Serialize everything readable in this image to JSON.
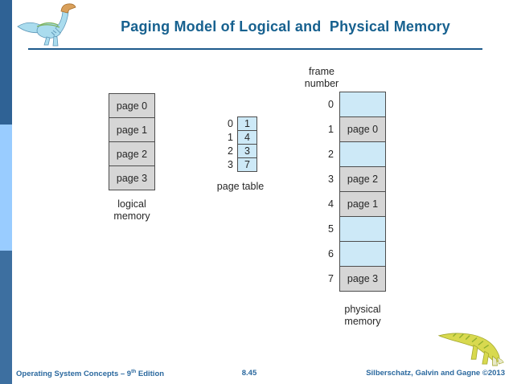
{
  "header": {
    "title": "Paging Model of Logical and  Physical Memory"
  },
  "diagram": {
    "logical_memory": {
      "cells": [
        "page 0",
        "page 1",
        "page 2",
        "page 3"
      ],
      "label_lines": [
        "logical",
        "memory"
      ]
    },
    "page_table": {
      "label": "page table",
      "rows": [
        {
          "index": "0",
          "value": "1"
        },
        {
          "index": "1",
          "value": "4"
        },
        {
          "index": "2",
          "value": "3"
        },
        {
          "index": "3",
          "value": "7"
        }
      ]
    },
    "physical_memory": {
      "header_lines": [
        "frame",
        "number"
      ],
      "frames": [
        {
          "number": "0",
          "content": ""
        },
        {
          "number": "1",
          "content": "page 0"
        },
        {
          "number": "2",
          "content": ""
        },
        {
          "number": "3",
          "content": "page 2"
        },
        {
          "number": "4",
          "content": "page 1"
        },
        {
          "number": "5",
          "content": ""
        },
        {
          "number": "6",
          "content": ""
        },
        {
          "number": "7",
          "content": "page 3"
        }
      ],
      "label_lines": [
        "physical",
        "memory"
      ]
    }
  },
  "footer": {
    "left_prefix": "Operating System Concepts – 9",
    "left_sup": "th",
    "left_suffix": " Edition",
    "page_number": "8.45",
    "right": "Silberschatz, Galvin and Gagne ©2013"
  },
  "icons": {
    "top_left": "coelophysis-dinosaur-logo",
    "bottom_right": "grazing-dinosaur-logo"
  },
  "colors": {
    "title_blue": "#17618f",
    "footer_blue": "#2a689e",
    "sidebar_dark_top": "#2f6295",
    "sidebar_light": "#99ccff",
    "sidebar_dark_bottom": "#3d6fa0",
    "cell_gray": "#d6d6d6",
    "cell_blue": "#cde9f7",
    "cell_border": "#4d4d4d",
    "underline": "#1d5a8c"
  }
}
